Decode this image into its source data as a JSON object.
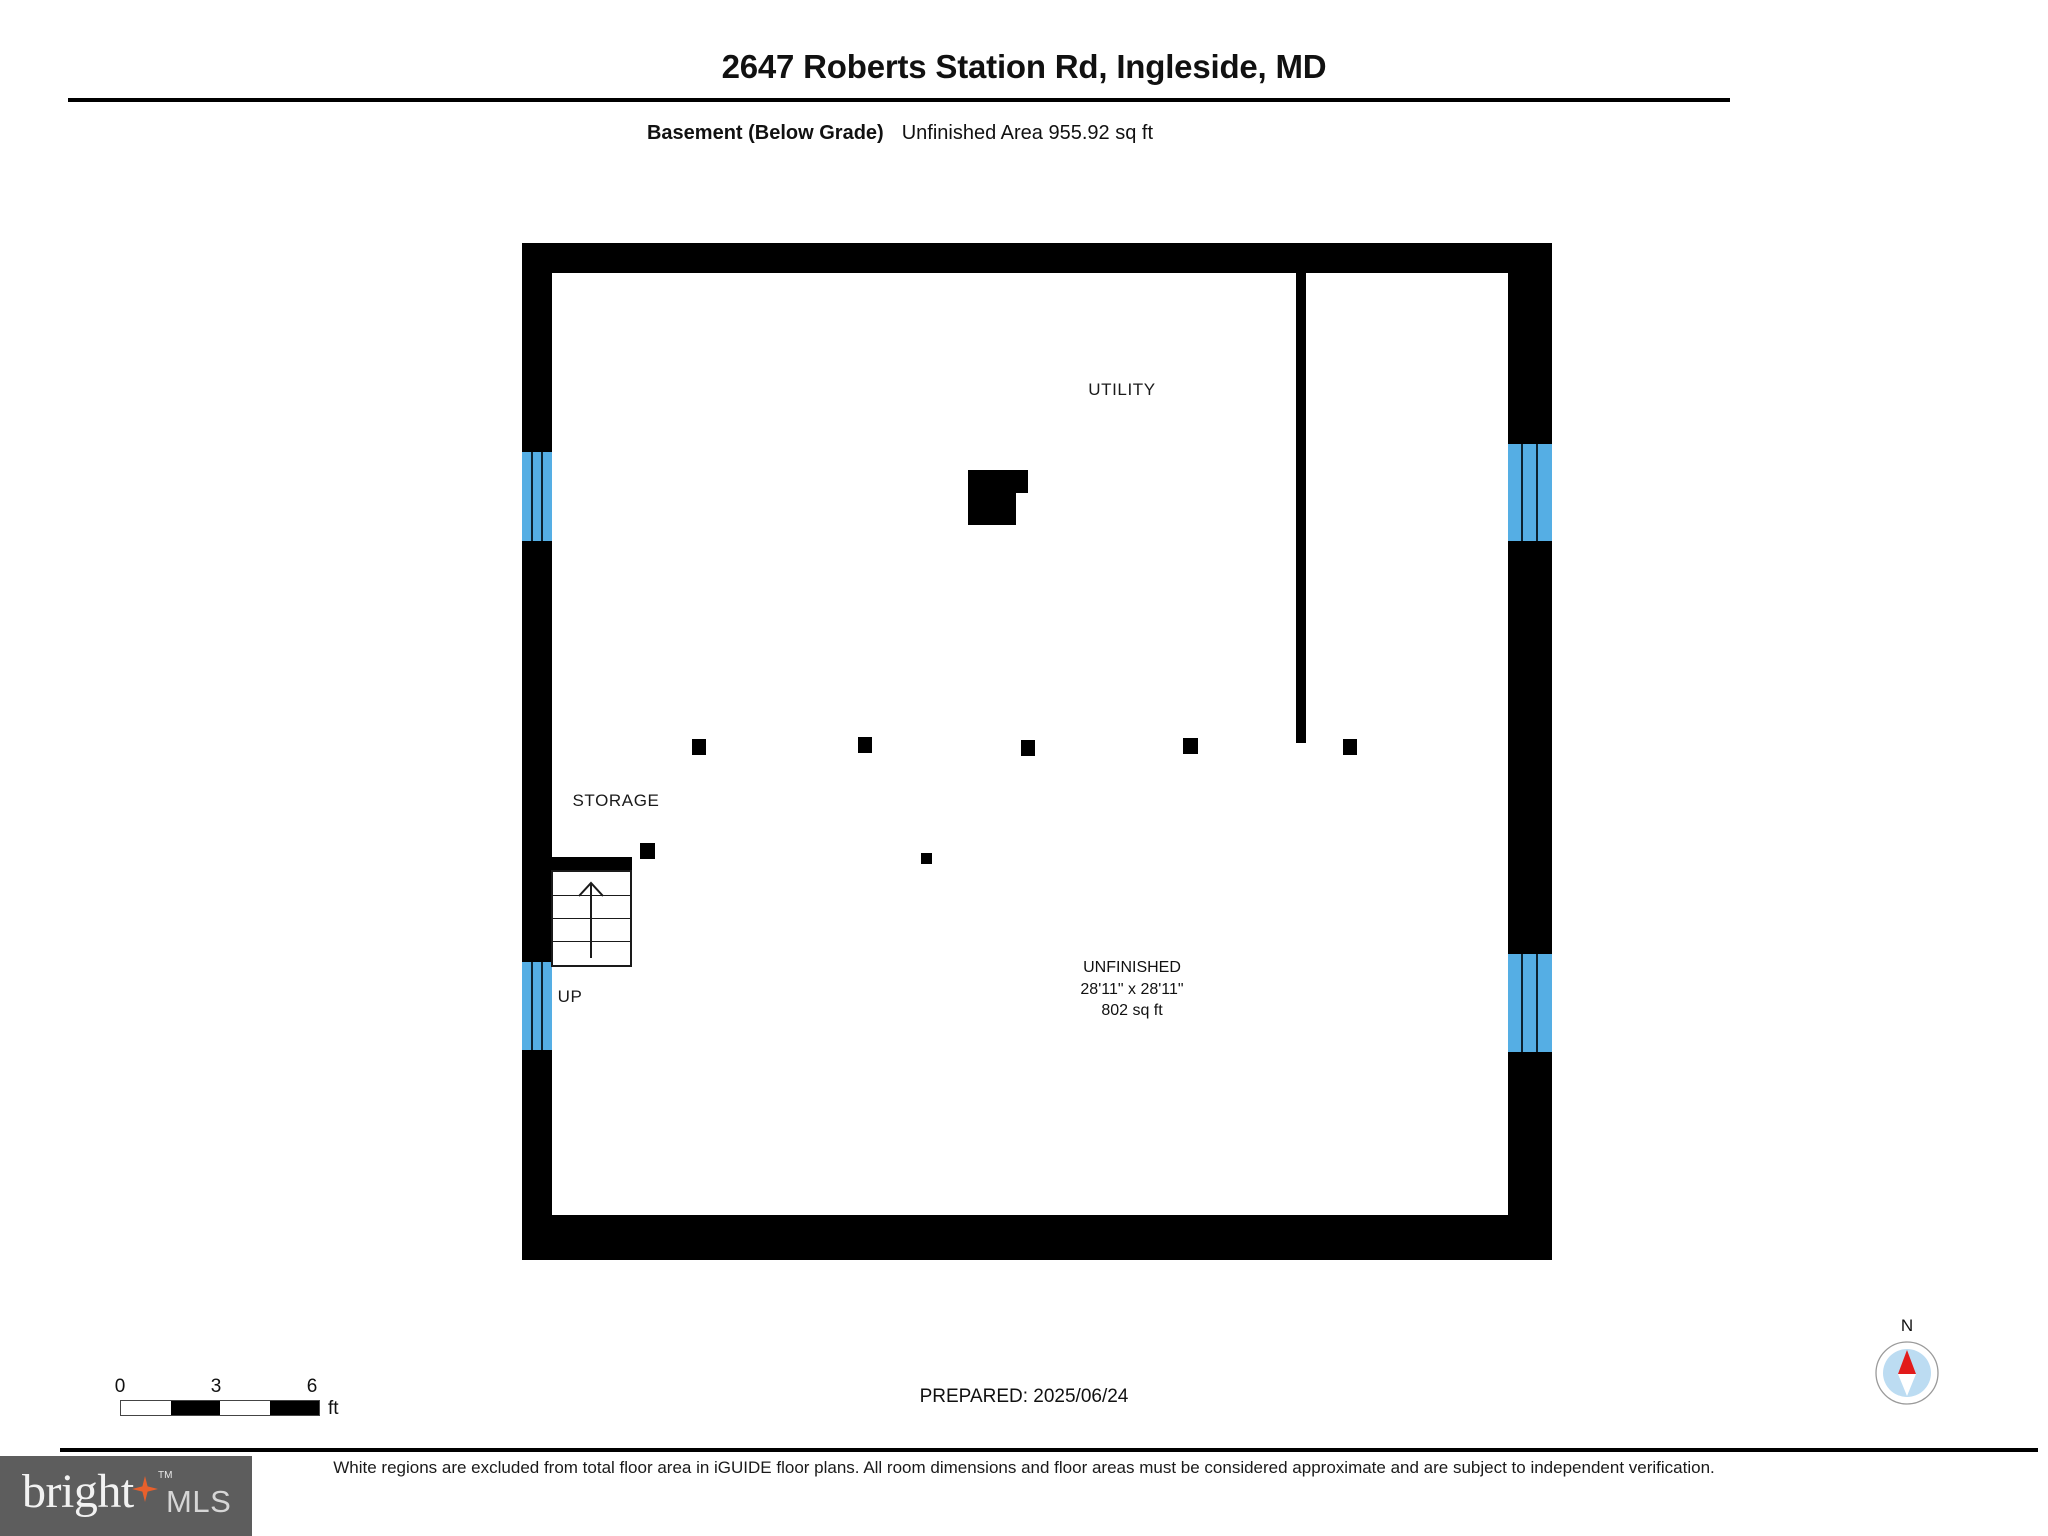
{
  "header": {
    "title": "2647 Roberts Station Rd, Ingleside, MD",
    "level_label": "Basement (Below Grade)",
    "area_label": "Unfinished Area 955.92 sq ft"
  },
  "floorplan": {
    "room_labels": [
      {
        "name": "utility",
        "text": "UTILITY"
      },
      {
        "name": "storage",
        "text": "STORAGE"
      },
      {
        "name": "stairs-direction",
        "text": "UP"
      }
    ],
    "unfinished_block": {
      "name": "UNFINISHED",
      "dimensions": "28'11\" x 28'11\"",
      "area": "802 sq ft"
    },
    "colors": {
      "wall": "#000000",
      "window": "#55AEE4",
      "background": "#FFFFFF"
    }
  },
  "footer": {
    "scale": {
      "ticks": [
        "0",
        "3",
        "6"
      ],
      "unit": "ft"
    },
    "prepared": "PREPARED: 2025/06/24",
    "compass_label": "N",
    "disclaimer": "White regions are excluded from total floor area in iGUIDE floor plans. All room dimensions and floor areas must be considered approximate and are subject to independent verification.",
    "brand": {
      "word": "bright",
      "tm": "TM",
      "suffix": "MLS"
    }
  }
}
